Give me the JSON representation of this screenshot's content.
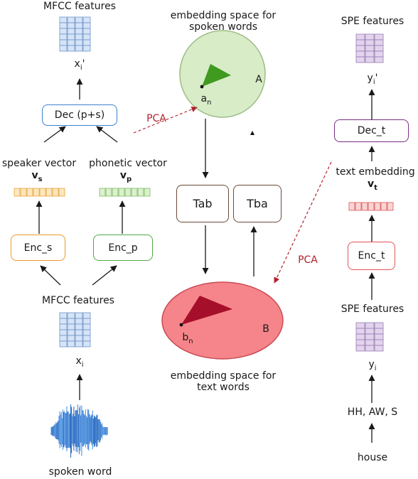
{
  "labels": {
    "mfcc_top": "MFCC features",
    "x_i_prime": "x",
    "x_i_prime_sub": "i",
    "x_i_prime_mark": "'",
    "dec_ps": "Dec  (p+s)",
    "speaker_vector": "speaker vector",
    "phonetic_vector": "phonetic vector",
    "v_s": "v",
    "v_s_sub": "s",
    "v_p": "v",
    "v_p_sub": "p",
    "enc_s": "Enc_s",
    "enc_p": "Enc_p",
    "mfcc_bottom": "MFCC features",
    "x_i": "x",
    "x_i_sub": "i",
    "spoken_word": "spoken word",
    "space_spoken_line1": "embedding space for",
    "space_spoken_line2": "spoken words",
    "a_n": "a",
    "a_n_sub": "n",
    "A": "A",
    "pca_left": "PCA",
    "tab": "Tab",
    "tba": "Tba",
    "pca_right": "PCA",
    "b_n": "b",
    "b_n_sub": "n",
    "B": "B",
    "space_text_line1": "embedding space for",
    "space_text_line2": "text words",
    "spe_top": "SPE features",
    "y_i_prime": "y",
    "y_i_prime_sub": "i",
    "y_i_prime_mark": "'",
    "dec_t": "Dec_t",
    "text_embedding": "text embedding",
    "v_t": "v",
    "v_t_sub": "t",
    "enc_t": "Enc_t",
    "spe_bottom": "SPE features",
    "y_i": "y",
    "y_i_sub": "i",
    "phonemes": "HH, AW, S",
    "house": "house"
  },
  "colors": {
    "mfcc_fill": "#d6e4f7",
    "mfcc_stroke": "#6f93c9",
    "spe_fill": "#e2d4ec",
    "spe_stroke": "#9a7bb5",
    "speaker_vec_fill": "#fde7bd",
    "speaker_vec_stroke": "#e8a33a",
    "phonetic_vec_fill": "#dcf0cf",
    "phonetic_vec_stroke": "#7dbb5c",
    "text_vec_fill": "#fbd4d4",
    "text_vec_stroke": "#d95555",
    "dec_ps_border": "#3b82d0",
    "enc_s_border": "#f0982b",
    "enc_p_border": "#4faa44",
    "enc_t_border": "#e05555",
    "dec_t_border": "#7a2d86",
    "tab_border": "#6b4a3a",
    "spoken_space_fill": "#d8ecc8",
    "spoken_space_stroke": "#9dbb87",
    "spoken_wedge": "#3f9a1f",
    "text_space_fill": "#f5858a",
    "text_space_stroke": "#c94a55",
    "text_wedge": "#a50f2a",
    "pca": "#b1222b"
  },
  "icons": [
    "waveform-icon"
  ]
}
